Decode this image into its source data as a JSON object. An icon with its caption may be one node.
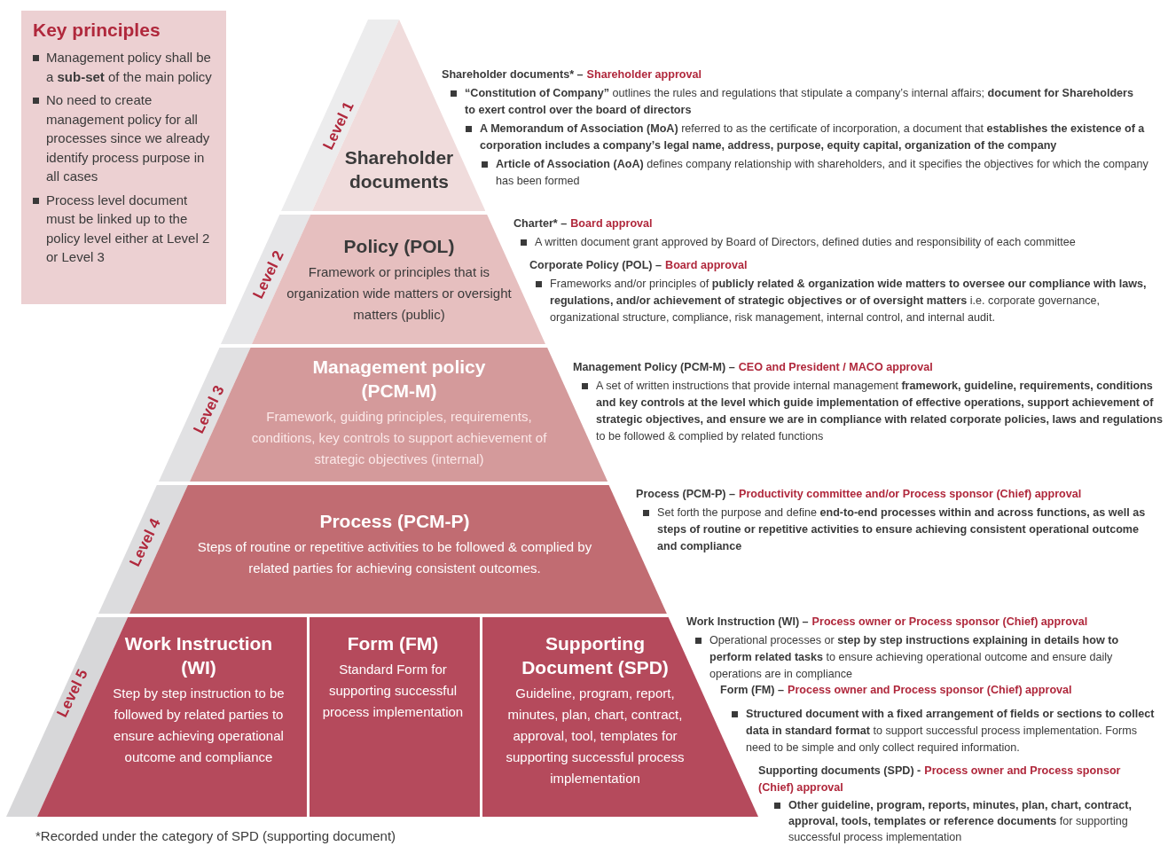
{
  "diagram": {
    "nodes": [
      {
        "text": [
          "Key principles",
          "Management policy shall be a **sub-set** of the main policy",
          "No need to create management policy for all processes since we already identify process purpose in all cases",
          "Process level document must be linked up to the policy level either at Level 2 or Level 3"
        ]
      },
      {
        "text": [
          "Level 1",
          "Shareholder documents"
        ]
      },
      {
        "text": [
          "Level 2",
          "Policy (POL)",
          "Framework or principles that is organization wide matters or oversight matters (public)"
        ]
      },
      {
        "text": [
          "Level 3",
          "Management policy (PCM-M)",
          "Framework, guiding principles, requirements, conditions, key controls to support achievement of strategic objectives (internal)"
        ]
      },
      {
        "text": [
          "Level 4",
          "Process (PCM-P)",
          "Steps of routine or repetitive activities to be followed & complied by related parties for achieving consistent outcomes."
        ]
      },
      {
        "text": [
          "Level 5",
          "Work Instruction (WI)",
          "Step by step instruction to be followed by related parties to ensure achieving operational outcome and compliance"
        ]
      },
      {
        "text": [
          "Form (FM)",
          "Standard Form for supporting successful process implementation"
        ]
      },
      {
        "text": [
          "Supporting Document (SPD)",
          "Guideline, program, report, minutes, plan, chart, contract, approval, tool, templates for supporting successful process implementation"
        ]
      }
    ],
    "edges": [],
    "labels": [
      "Shareholder documents* –",
      "Shareholder approval",
      "**“Constitution of Company”** outlines the rules and regulations that stipulate a company’s internal affairs; **document for Shareholders to exert control over the board of directors**",
      "**A Memorandum of Association (MoA)** referred to as the certificate of incorporation, a document that **establishes the existence of a corporation includes a company’s legal name, address, purpose, equity capital, organization of the company**",
      "**Article of Association (AoA)** defines company relationship with shareholders, and it specifies the objectives for which the company has been formed",
      "Charter* –",
      "Board approval",
      "A written document grant approved by Board of Directors, defined duties and responsibility of each committee",
      "Corporate Policy (POL) –",
      "Board approval",
      "Frameworks and/or principles of **publicly related & organization wide matters to oversee our compliance with laws, regulations, and/or achievement of strategic objectives or of oversight matters** i.e. corporate governance, organizational structure, compliance, risk management, internal control, and internal audit.",
      "Management Policy (PCM-M) –",
      "CEO and President / MACO approval",
      "A set of written instructions that provide internal management **framework, guideline, requirements, conditions and key controls at the level which guide implementation of effective operations, support achievement of strategic objectives, and ensure we are in compliance with related corporate policies, laws and regulations** to be followed & complied by related functions",
      "Process (PCM-P) –",
      "Productivity committee and/or Process sponsor (Chief) approval",
      "Set forth the purpose and define **end-to-end processes within and across functions, as well as steps of routine or repetitive activities to ensure achieving consistent operational outcome and compliance**",
      "Work Instruction (WI) –",
      "Process owner or Process sponsor (Chief) approval",
      "Operational processes or **step by step instructions explaining in details how to perform related tasks** to ensure achieving operational outcome and ensure daily operations are in compliance",
      "Form (FM) –",
      "Process owner and Process sponsor (Chief) approval",
      "**Structured document with a fixed arrangement of fields or sections to collect data in standard format** to support successful process implementation. Forms need to be simple and only collect required information.",
      "Supporting documents (SPD) -",
      "Process owner and Process sponsor (Chief) approval",
      "**Other guideline, program, reports, minutes, plan, chart, contract, approval, tools, templates or reference documents** for supporting successful process implementation",
      "*Recorded under the category of SPD (supporting document)"
    ]
  }
}
